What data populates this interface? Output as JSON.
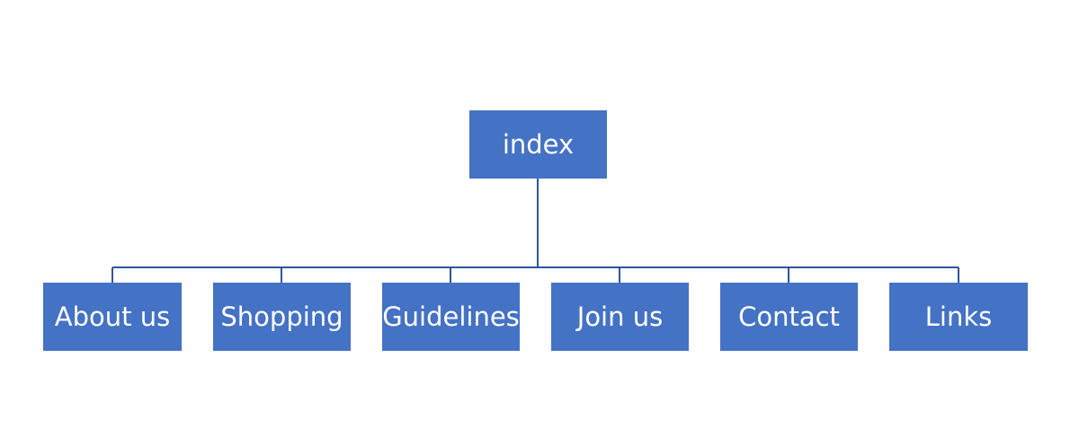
{
  "root": {
    "label": "index"
  },
  "children": [
    {
      "label": "About us"
    },
    {
      "label": "Shopping"
    },
    {
      "label": "Guidelines"
    },
    {
      "label": "Join us"
    },
    {
      "label": "Contact"
    },
    {
      "label": "Links"
    }
  ],
  "colors": {
    "node_fill": "#4472C4",
    "node_text": "#FFFFFF",
    "connector": "#2F5597",
    "background": "#FFFFFF"
  }
}
